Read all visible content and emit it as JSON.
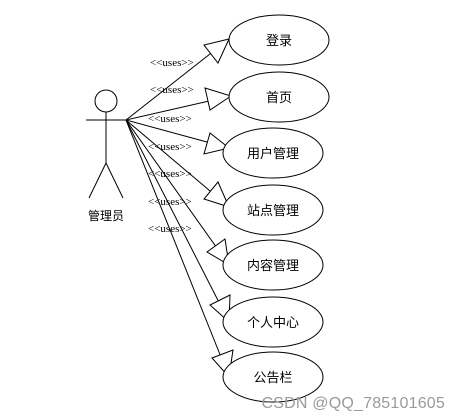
{
  "actor": {
    "label": "管理员"
  },
  "relation_label": "<<uses>>",
  "use_cases": [
    {
      "id": "login",
      "label": "登录"
    },
    {
      "id": "home",
      "label": "首页"
    },
    {
      "id": "user-mgmt",
      "label": "用户管理"
    },
    {
      "id": "site-mgmt",
      "label": "站点管理"
    },
    {
      "id": "content-mgmt",
      "label": "内容管理"
    },
    {
      "id": "personal-center",
      "label": "个人中心"
    },
    {
      "id": "bulletin",
      "label": "公告栏"
    }
  ],
  "watermark": "CSDN @QQ_785101605"
}
